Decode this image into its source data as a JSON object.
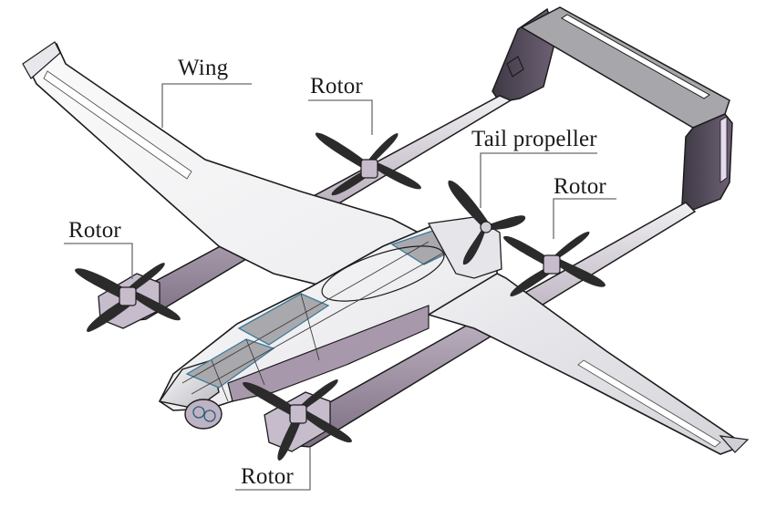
{
  "figure": {
    "subject": "VTOL fixed-wing aircraft with four lift rotors, tail propeller and boxed tail",
    "colors": {
      "background": "#ffffff",
      "skin_light": "#f2f2f4",
      "skin_shade": "#d9d9de",
      "panel_grey": "#a9a9ad",
      "boom_purple": "#8e7f93",
      "boom_dark": "#4a4450",
      "propeller": "#2b2b2b",
      "outline": "#1c1c1c",
      "panel_line_blue": "#3d7a9a",
      "leader_line": "#6b6b6b"
    }
  },
  "labels": [
    {
      "id": "wing",
      "text": "Wing"
    },
    {
      "id": "rotor_top",
      "text": "Rotor"
    },
    {
      "id": "tail_propeller",
      "text": "Tail propeller"
    },
    {
      "id": "rotor_right",
      "text": "Rotor"
    },
    {
      "id": "rotor_left",
      "text": "Rotor"
    },
    {
      "id": "rotor_bottom",
      "text": "Rotor"
    }
  ]
}
